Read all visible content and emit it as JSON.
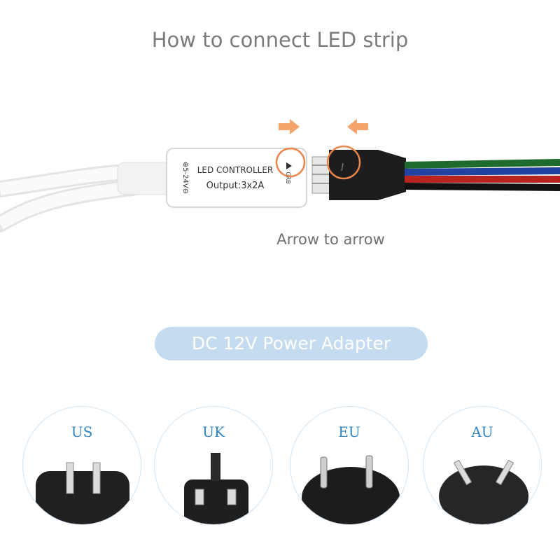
{
  "title": "How to connect LED strip",
  "controller": {
    "name": "LED CONTROLLER",
    "output": "Output:3x2A",
    "voltage": "⊕5-24V⊖",
    "side_marks": "GRB"
  },
  "caption": "Arrow to arrow",
  "adapter_title": "DC 12V Power Adapter",
  "plugs": [
    {
      "label": "US"
    },
    {
      "label": "UK"
    },
    {
      "label": "EU"
    },
    {
      "label": "AU"
    }
  ],
  "colors": {
    "arrow": "#f4a46a",
    "highlight_ring": "#e9854a",
    "pill": "#c5dcf0",
    "plug_label": "#2f86c8",
    "title": "#7b7b7b"
  }
}
